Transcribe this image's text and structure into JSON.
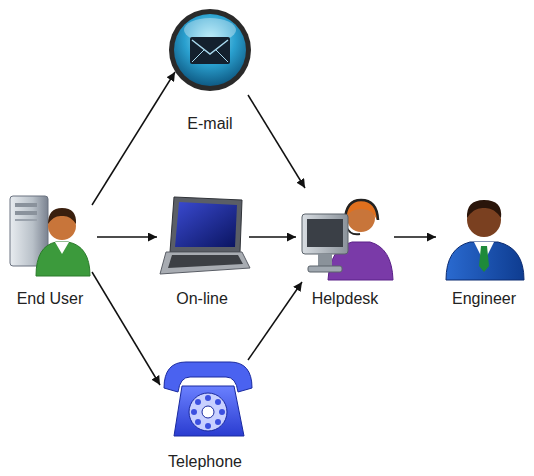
{
  "diagram": {
    "nodes": [
      {
        "text": [
          "End User"
        ]
      },
      {
        "text": [
          "E-mail"
        ]
      },
      {
        "text": [
          "On-line"
        ]
      },
      {
        "text": [
          "Telephone"
        ]
      },
      {
        "text": [
          "Helpdesk"
        ]
      },
      {
        "text": [
          "Engineer"
        ]
      }
    ],
    "edges": [
      {
        "from": 0,
        "to": 1,
        "arrow": "to"
      },
      {
        "from": 0,
        "to": 2,
        "arrow": "to"
      },
      {
        "from": 0,
        "to": 3,
        "arrow": "to"
      },
      {
        "from": 1,
        "to": 4,
        "arrow": "to"
      },
      {
        "from": 2,
        "to": 4,
        "arrow": "to"
      },
      {
        "from": 3,
        "to": 4,
        "arrow": "to"
      },
      {
        "from": 4,
        "to": 5,
        "arrow": "to"
      }
    ]
  }
}
